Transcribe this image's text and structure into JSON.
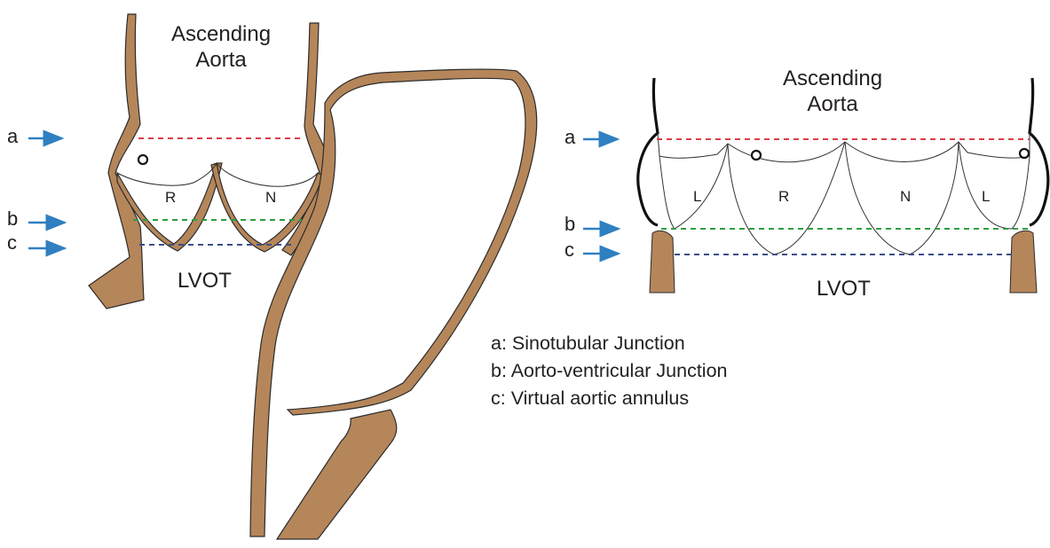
{
  "colors": {
    "tissue": "#b5865a",
    "outline": "#2b2b2b",
    "sinotubular_line": "#d9404a",
    "aortoventricular_line": "#2e9e3f",
    "annulus_line": "#3a4f86",
    "arrow": "#2f7fc1"
  },
  "left_diagram": {
    "title_line1": "Ascending",
    "title_line2": "Aorta",
    "marker_a": "a",
    "marker_b": "b",
    "marker_c": "c",
    "leaflet_r": "R",
    "leaflet_n": "N",
    "outflow_label": "LVOT"
  },
  "right_diagram": {
    "title_line1": "Ascending",
    "title_line2": "Aorta",
    "marker_a": "a",
    "marker_b": "b",
    "marker_c": "c",
    "leaflets": [
      "L",
      "R",
      "N",
      "L"
    ],
    "outflow_label": "LVOT"
  },
  "legend": {
    "a": "a: Sinotubular Junction",
    "b": "b: Aorto-ventricular Junction",
    "c": "c: Virtual aortic annulus"
  }
}
